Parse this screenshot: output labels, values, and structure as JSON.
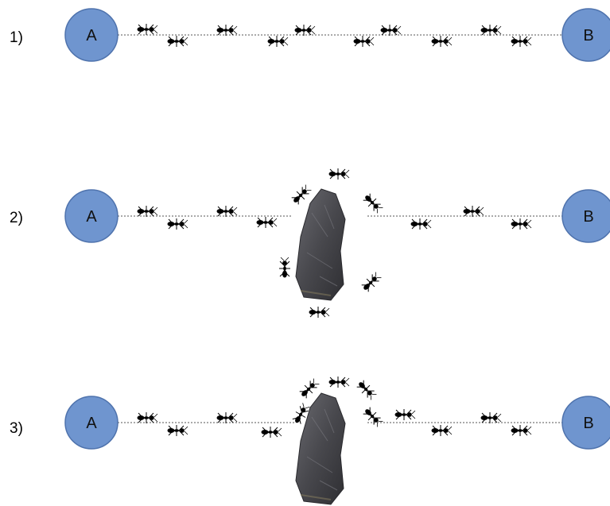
{
  "rows": [
    {
      "label": "1)",
      "start": "A",
      "end": "B"
    },
    {
      "label": "2)",
      "start": "A",
      "end": "B"
    },
    {
      "label": "3)",
      "start": "A",
      "end": "B"
    }
  ],
  "icons": {
    "ant": "ant-icon",
    "rock": "rock-icon"
  },
  "colors": {
    "node_fill": "#6f95cf",
    "node_stroke": "#4f73ad",
    "rock": "#4a4a4e",
    "ant": "#000000"
  }
}
